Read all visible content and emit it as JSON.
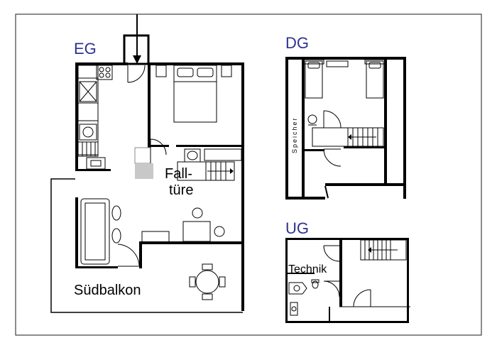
{
  "colors": {
    "floor_label": "#2e3192",
    "line": "#000000",
    "stair_fill": "#c8c8c8",
    "frame": "#404040"
  },
  "floors": {
    "eg": "EG",
    "dg": "DG",
    "ug": "UG"
  },
  "rooms": {
    "falltuere_line1": "Fall-",
    "falltuere_line2": "türe",
    "suedbalkon": "Südbalkon",
    "speicher": "Speicher",
    "technik": "Technik"
  }
}
